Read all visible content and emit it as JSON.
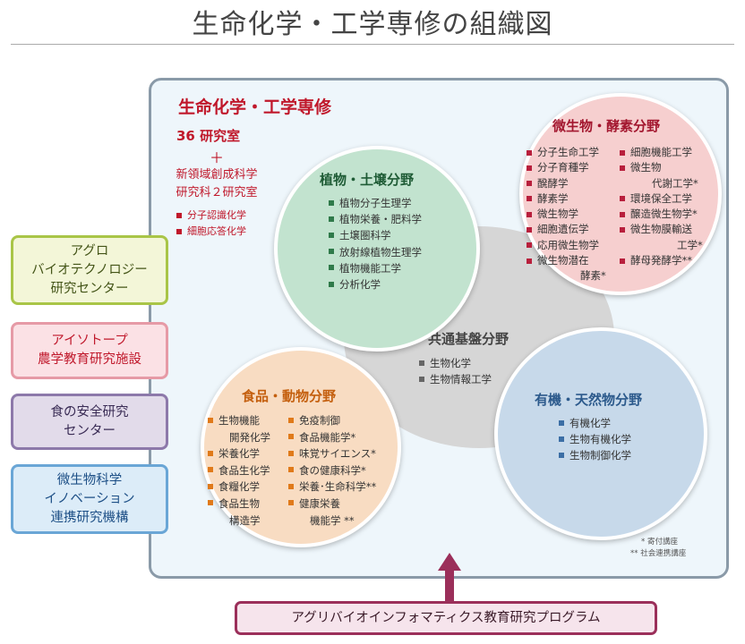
{
  "title": "生命化学・工学専修の組織図",
  "main": {
    "heading": "生命化学・工学専修",
    "lab_count": "36 研究室",
    "plus": "＋",
    "new_field": [
      "新領域創成科学",
      "研究科２研究室"
    ],
    "sub_items": [
      "分子認識化学",
      "細胞応答化学"
    ]
  },
  "circles": {
    "plant": {
      "title": "植物・土壌分野",
      "items": [
        "植物分子生理学",
        "植物栄養・肥料学",
        "土壌圏科学",
        "放射線植物生理学",
        "植物機能工学",
        "分析化学"
      ]
    },
    "micro": {
      "title": "微生物・酵素分野",
      "left_items": [
        [
          "分子生命工学"
        ],
        [
          "分子育種学"
        ],
        [
          "醗酵学"
        ],
        [
          "酵素学"
        ],
        [
          "微生物学"
        ],
        [
          "細胞遺伝学"
        ],
        [
          "応用微生物学"
        ],
        [
          "微生物潜在",
          "酵素*"
        ]
      ],
      "right_items": [
        [
          "細胞機能工学"
        ],
        [
          "微生物",
          "代謝工学*"
        ],
        [
          "環境保全工学"
        ],
        [
          "醸造微生物学*"
        ],
        [
          "微生物膜輸送",
          "工学*"
        ],
        [
          "酵母発酵学**"
        ]
      ]
    },
    "common": {
      "title": "共通基盤分野",
      "items": [
        "生物化学",
        "生物情報工学"
      ]
    },
    "food": {
      "title": "食品・動物分野",
      "left_items": [
        [
          "生物機能",
          "開発化学"
        ],
        [
          "栄養化学"
        ],
        [
          "食品生化学"
        ],
        [
          "食糧化学"
        ],
        [
          "食品生物",
          "構造学"
        ]
      ],
      "right_items": [
        [
          "免疫制御"
        ],
        [
          "食品機能学*"
        ],
        [
          "味覚サイエンス*"
        ],
        [
          "食の健康科学*"
        ],
        [
          "栄養･生命科学**"
        ],
        [
          "健康栄養",
          "機能学 **"
        ]
      ]
    },
    "organic": {
      "title": "有機・天然物分野",
      "items": [
        "有機化学",
        "生物有機化学",
        "生物制御化学"
      ]
    }
  },
  "side_boxes": {
    "agro": [
      "アグロ",
      "バイオテクノロジー",
      "研究センター"
    ],
    "isotope": [
      "アイソトープ",
      "農学教育研究施設"
    ],
    "food_safety": [
      "食の安全研究",
      "センター"
    ],
    "microbe": [
      "微生物科学",
      "イノベーション",
      "連携研究機構"
    ]
  },
  "footnotes": [
    "* 寄付講座",
    "** 社会連携講座"
  ],
  "program": "アグリバイオインフォマティクス教育研究プログラム",
  "colors": {
    "accent_red": "#c0182b",
    "plant": "#2f7a4a",
    "micro": "#b81f3c",
    "food": "#e07a1a",
    "organic": "#3b6ea5",
    "program": "#9b2f5a"
  }
}
